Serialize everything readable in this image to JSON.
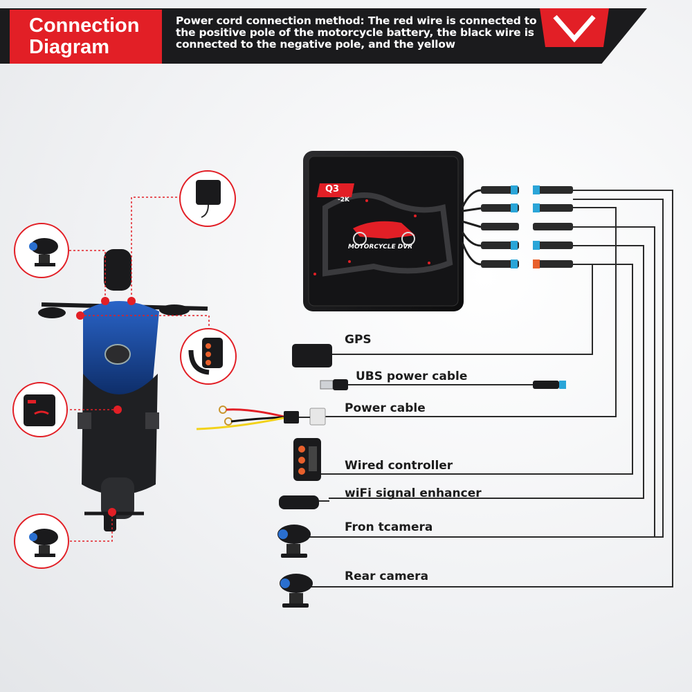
{
  "header": {
    "title": "Connection Diagram",
    "description": "Power cord connection method: The red wire is connected to the positive pole of the motorcycle battery, the black wire is connected to the negative pole, and the yellow"
  },
  "dvr": {
    "model": "Q3",
    "resolution": "-2K",
    "name": "MOTORCYCLE DVR"
  },
  "components": [
    {
      "label": "GPS",
      "icon": "gps-module-icon"
    },
    {
      "label": "UBS power cable",
      "icon": "usb-cable-icon"
    },
    {
      "label": "Power cable",
      "icon": "power-cable-icon"
    },
    {
      "label": "Wired controller",
      "icon": "wired-controller-icon"
    },
    {
      "label": "wiFi signal enhancer",
      "icon": "wifi-enhancer-icon"
    },
    {
      "label": "Fron tcamera",
      "icon": "front-camera-icon"
    },
    {
      "label": "Rear camera",
      "icon": "rear-camera-icon"
    }
  ],
  "colors": {
    "accent": "#e21f26",
    "band": "#1b1b1d",
    "connector_blue": "#2aa5d8",
    "connector_orange": "#e8602c"
  }
}
